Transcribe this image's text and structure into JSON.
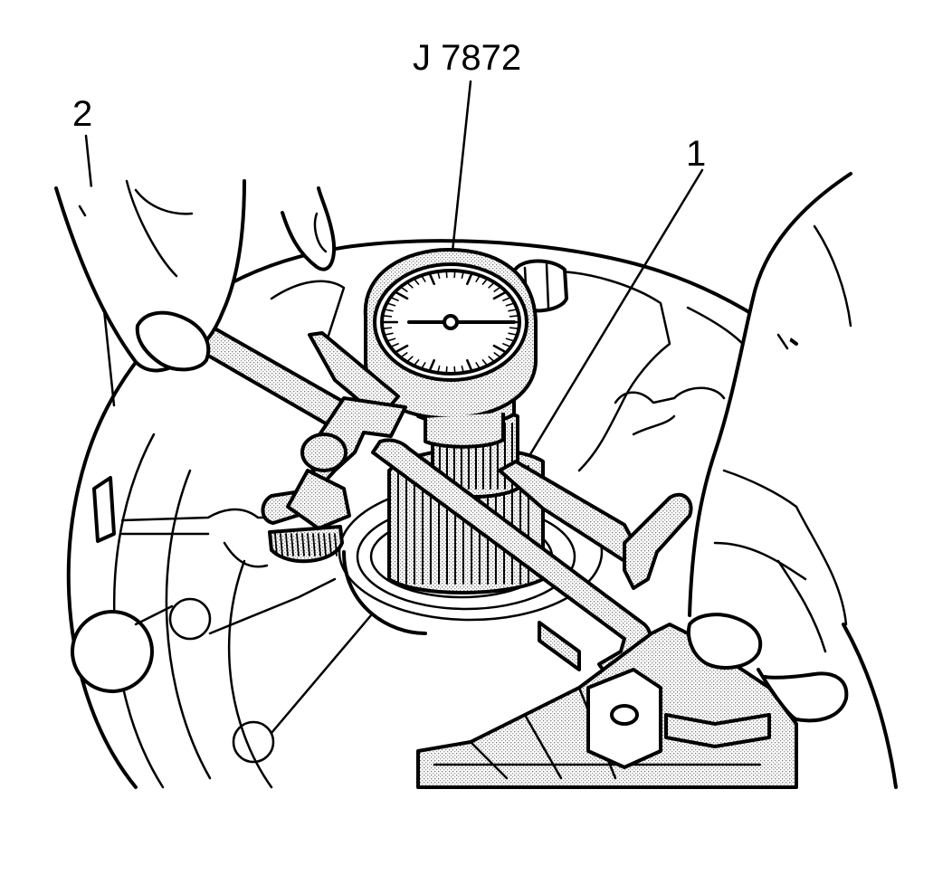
{
  "callouts": {
    "tool": "J 7872",
    "item_1": "1",
    "item_2": "2"
  }
}
